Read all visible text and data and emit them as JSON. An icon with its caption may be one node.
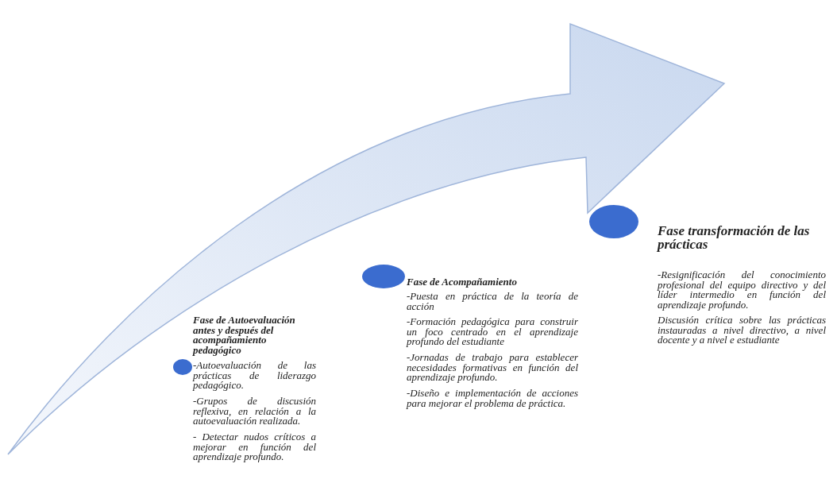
{
  "diagram": {
    "nodes": [
      {
        "text": [],
        "shape": "circle",
        "beside": [
          "Fase de Autoevaluación antes y después del acompañamiento pedagógico",
          "-Autoevaluación de las prácticas de liderazgo pedagógico.",
          "-Grupos de discusión reflexiva, en relación a la autoevaluación realizada.",
          "- Detectar nudos críticos a mejorar en función del aprendizaje profundo."
        ]
      },
      {
        "text": [],
        "shape": "circle",
        "beside": [
          "Fase de Acompañamiento",
          "-Puesta en práctica de la teoría de acción",
          "-Formación pedagógica para construir un foco centrado en el aprendizaje profundo del estudiante",
          "-Jornadas de trabajo para establecer necesidades formativas en función del aprendizaje profundo.",
          "-Diseño e implementación de acciones para mejorar el problema de práctica."
        ]
      },
      {
        "text": [],
        "shape": "circle",
        "beside": [
          "Fase transformación de las prácticas",
          "-Resignificación del conocimiento profesional del equipo directivo y del líder intermedio en función del aprendizaje profundo.",
          "Discusión crítica sobre las prácticas instauradas a nivel directivo, a nivel docente y a nivel e estudiante"
        ]
      }
    ]
  }
}
